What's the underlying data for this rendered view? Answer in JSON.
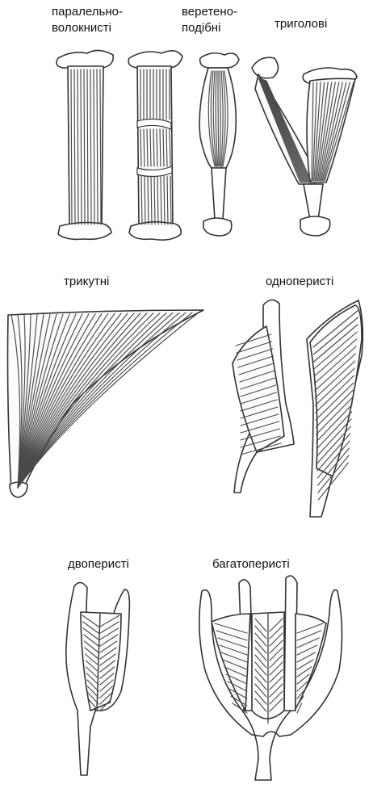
{
  "labels": {
    "parallel_line1": "паралельно-",
    "parallel_line2": "волокнисті",
    "fusiform_line1": "веретено-",
    "fusiform_line2": "подібні",
    "tricipital": "триголові",
    "triangular": "трикутні",
    "unipennate": "одноперисті",
    "bipennate": "двоперисті",
    "multipennate": "багатоперисті"
  }
}
